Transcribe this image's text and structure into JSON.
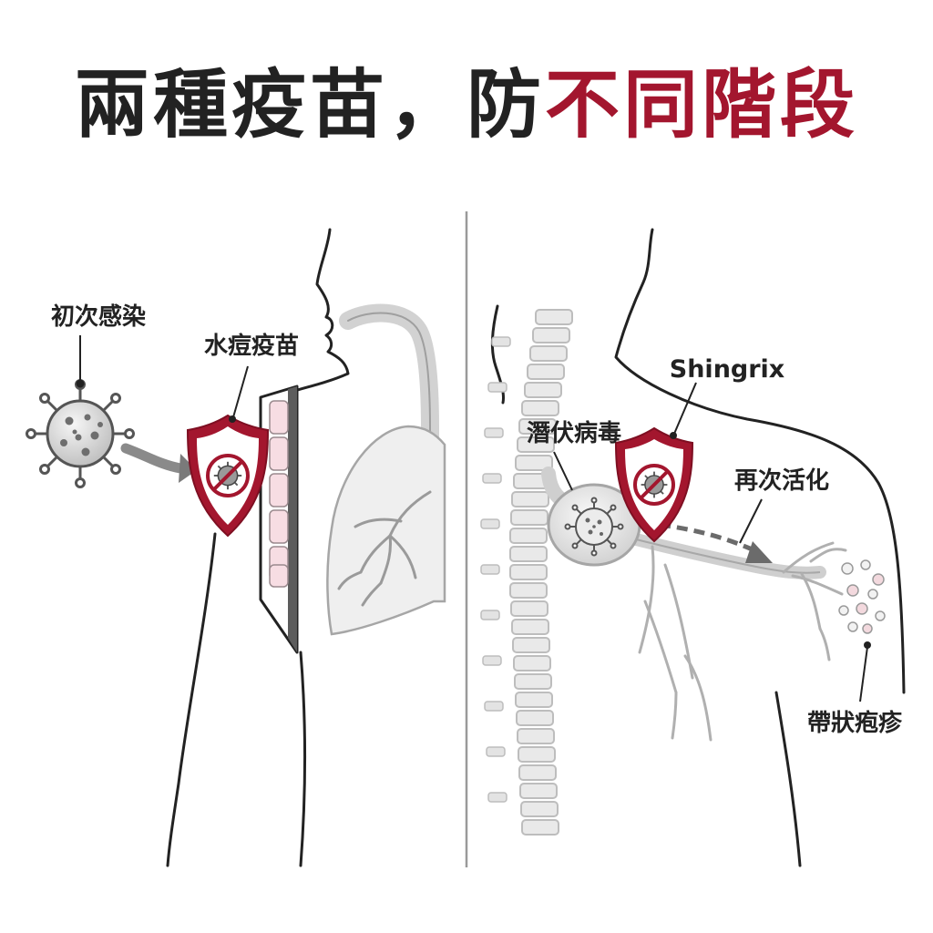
{
  "title": {
    "part1": "兩種疫苗，防",
    "part2": "不同階段"
  },
  "labels": {
    "primary_infection": "初次感染",
    "varicella_vaccine": "水痘疫苗",
    "latent_virus": "潛伏病毒",
    "shingrix": "Shingrix",
    "reactivation": "再次活化",
    "shingles": "帶狀疱疹"
  },
  "colors": {
    "accent": "#a3162e",
    "ink": "#222222",
    "gray": "#9a9a9a"
  }
}
